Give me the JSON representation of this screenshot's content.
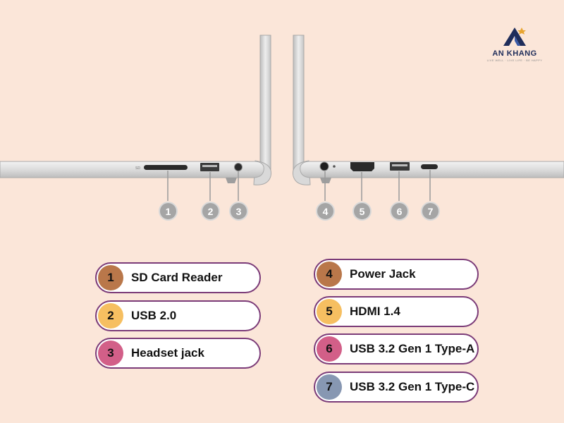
{
  "logo": {
    "name": "AN KHANG",
    "tagline": "LIVE WELL · LIVE LIFE · BE HAPPY"
  },
  "markers": [
    "1",
    "2",
    "3",
    "4",
    "5",
    "6",
    "7"
  ],
  "legend": [
    {
      "num": "1",
      "label": "SD Card Reader",
      "color": "#b9774a"
    },
    {
      "num": "2",
      "label": "USB 2.0",
      "color": "#f6bf61"
    },
    {
      "num": "3",
      "label": "Headset jack",
      "color": "#d25f88"
    },
    {
      "num": "4",
      "label": "Power Jack",
      "color": "#b9774a"
    },
    {
      "num": "5",
      "label": "HDMI 1.4",
      "color": "#f6bf61"
    },
    {
      "num": "6",
      "label": "USB 3.2 Gen 1 Type-A",
      "color": "#d25f88"
    },
    {
      "num": "7",
      "label": "USB 3.2 Gen 1 Type-C",
      "color": "#8797b2"
    }
  ]
}
